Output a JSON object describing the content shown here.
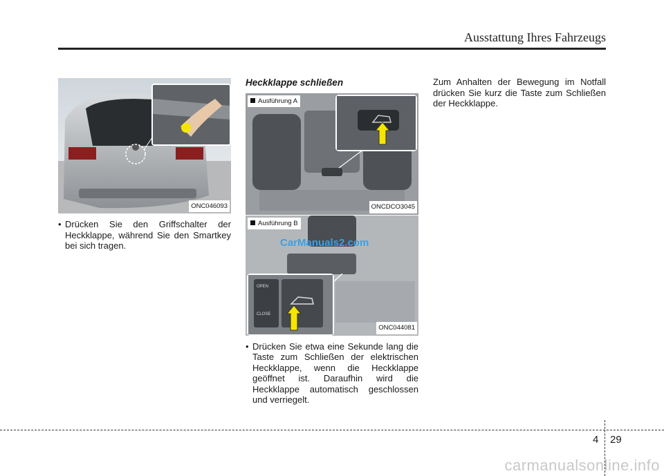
{
  "header": {
    "title": "Ausstattung Ihres Fahrzeugs"
  },
  "left": {
    "image_code": "ONC046093",
    "bullet": "Drücken Sie den Griffschalter der Heckklappe, während Sie den Smartkey bei sich tragen."
  },
  "middle": {
    "heading": "Heckklappe schließen",
    "variant_a": "Ausführung A",
    "variant_b": "Ausführung B",
    "image_a_code": "ONCDCO3045",
    "image_b_code": "ONC044081",
    "watermark": "CarManuals2.com",
    "btn_open": "OPEN",
    "btn_close": "CLOSE",
    "bullet": "Drücken Sie etwa eine Sekunde lang die Taste zum Schließen der elektrischen Heckklappe, wenn die Heckklappe geöffnet ist. Daraufhin wird die Heckklappe automatisch geschlossen und verriegelt."
  },
  "right": {
    "paragraph": "Zum Anhalten der Bewegung im Notfall drücken Sie kurz die Taste zum Schließen der Heckklappe."
  },
  "footer": {
    "chapter": "4",
    "page": "29",
    "watermark": "carmanualsonline.info"
  },
  "colors": {
    "arrow_yellow": "#f5e600",
    "watermark_blue": "#3aa0e6",
    "watermark_gray": "#c8c8c8"
  }
}
